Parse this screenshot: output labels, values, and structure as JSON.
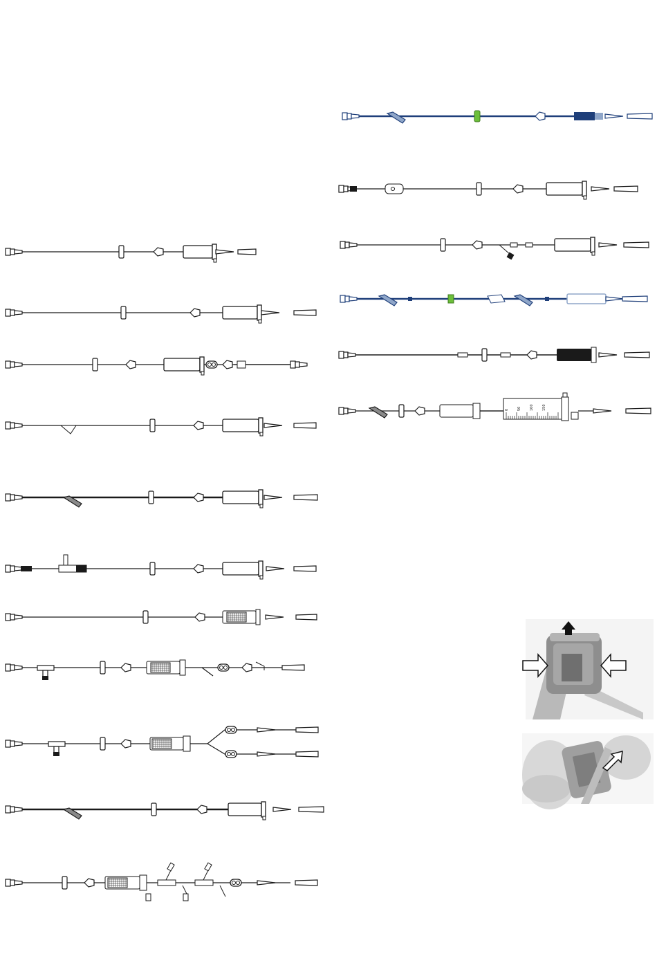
{
  "colors": {
    "line": "#1a1a1a",
    "blue": "#1f3f7a",
    "blue_light": "#8fa6c9",
    "green": "#6cbf3a",
    "gray": "#8a8a8a",
    "photo_bg": "#e9e9e9",
    "clamp_gray": "#9a9a9a"
  },
  "left_column": [
    {
      "kind": "basic"
    },
    {
      "kind": "basic"
    },
    {
      "kind": "valve"
    },
    {
      "kind": "ylite"
    },
    {
      "kind": "ydark"
    },
    {
      "kind": "tap"
    },
    {
      "kind": "filter"
    },
    {
      "kind": "tpiece"
    },
    {
      "kind": "dual"
    },
    {
      "kind": "ydark2"
    },
    {
      "kind": "multiport"
    }
  ],
  "right_column": [
    {
      "kind": "blue"
    },
    {
      "kind": "regulator"
    },
    {
      "kind": "ybranch"
    },
    {
      "kind": "blue2"
    },
    {
      "kind": "darkchamber"
    },
    {
      "kind": "burette"
    }
  ],
  "burette_scale": [
    "0",
    "50",
    "100",
    "150"
  ],
  "photos": [
    {
      "name": "clamp-photo-top",
      "arrows": [
        "up-arrow-icon",
        "left-arrow-icon",
        "right-arrow-icon"
      ]
    },
    {
      "name": "clamp-photo-bottom",
      "arrows": [
        "press-arrow-icon"
      ]
    }
  ]
}
